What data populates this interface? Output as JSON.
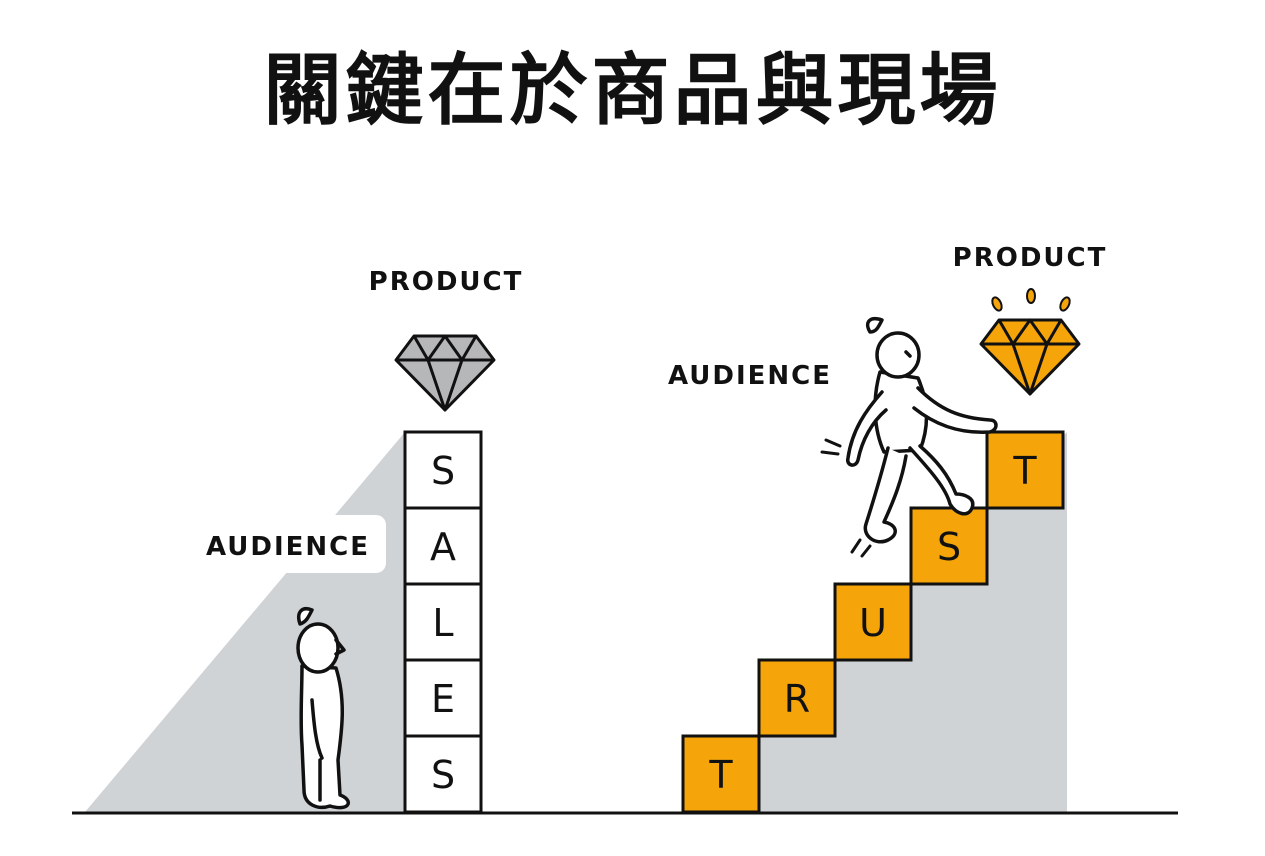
{
  "title": "關鍵在於商品與現場",
  "left": {
    "product_label": "PRODUCT",
    "audience_label": "AUDIENCE",
    "blocks": [
      "S",
      "A",
      "L",
      "E",
      "S"
    ]
  },
  "right": {
    "product_label": "PRODUCT",
    "audience_label": "AUDIENCE",
    "blocks": [
      "T",
      "R",
      "U",
      "S",
      "T"
    ]
  },
  "colors": {
    "gold": "#f5a50a",
    "shadow": "#d0d3d6",
    "ink": "#111111"
  }
}
